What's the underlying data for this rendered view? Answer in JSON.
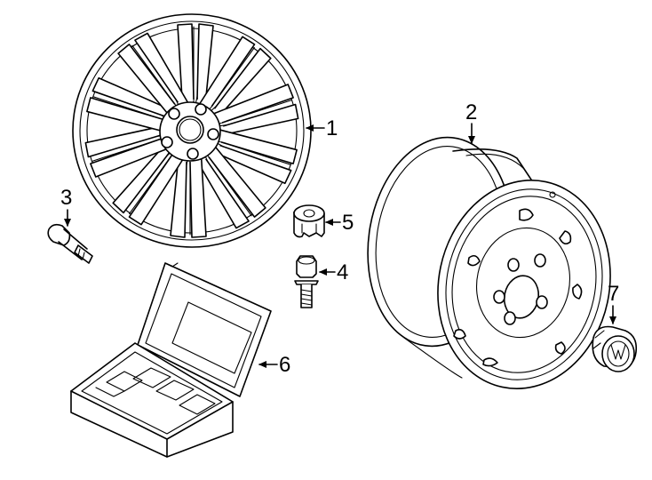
{
  "callouts": {
    "alloy_wheel": "1",
    "steel_wheel": "2",
    "valve_stem": "3",
    "wheel_bolt": "4",
    "lock_adapter": "5",
    "lock_kit_case": "6",
    "center_cap": "7"
  }
}
